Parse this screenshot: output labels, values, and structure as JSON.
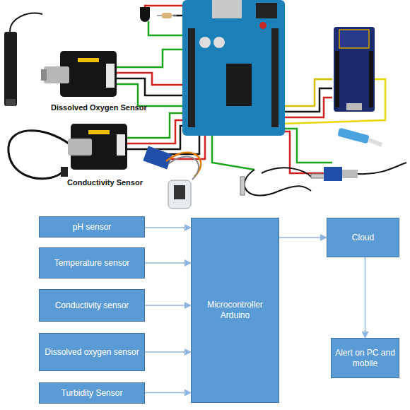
{
  "diagram": {
    "nodes": [
      {
        "text": [
          "pH sensor"
        ]
      },
      {
        "text": [
          "Temperature sensor"
        ]
      },
      {
        "text": [
          "Conductivity sensor"
        ]
      },
      {
        "text": [
          "Dissolved oxygen sensor"
        ]
      },
      {
        "text": [
          "Turbidity Sensor"
        ]
      },
      {
        "text": [
          "Microcontroller Arduino"
        ]
      },
      {
        "text": [
          "Cloud"
        ]
      },
      {
        "text": [
          "Alert on PC and mobile"
        ]
      }
    ],
    "edges": [
      {
        "from": 0,
        "to": 5,
        "arrow": "to"
      },
      {
        "from": 1,
        "to": 5,
        "arrow": "to"
      },
      {
        "from": 2,
        "to": 5,
        "arrow": "to"
      },
      {
        "from": 3,
        "to": 5,
        "arrow": "to"
      },
      {
        "from": 4,
        "to": 5,
        "arrow": "to"
      },
      {
        "from": 5,
        "to": 6,
        "arrow": "to"
      },
      {
        "from": 6,
        "to": 7,
        "arrow": "to"
      }
    ],
    "labels": [
      "Dissolved Oxygen Sensor",
      "Conductivity Sensor"
    ]
  }
}
